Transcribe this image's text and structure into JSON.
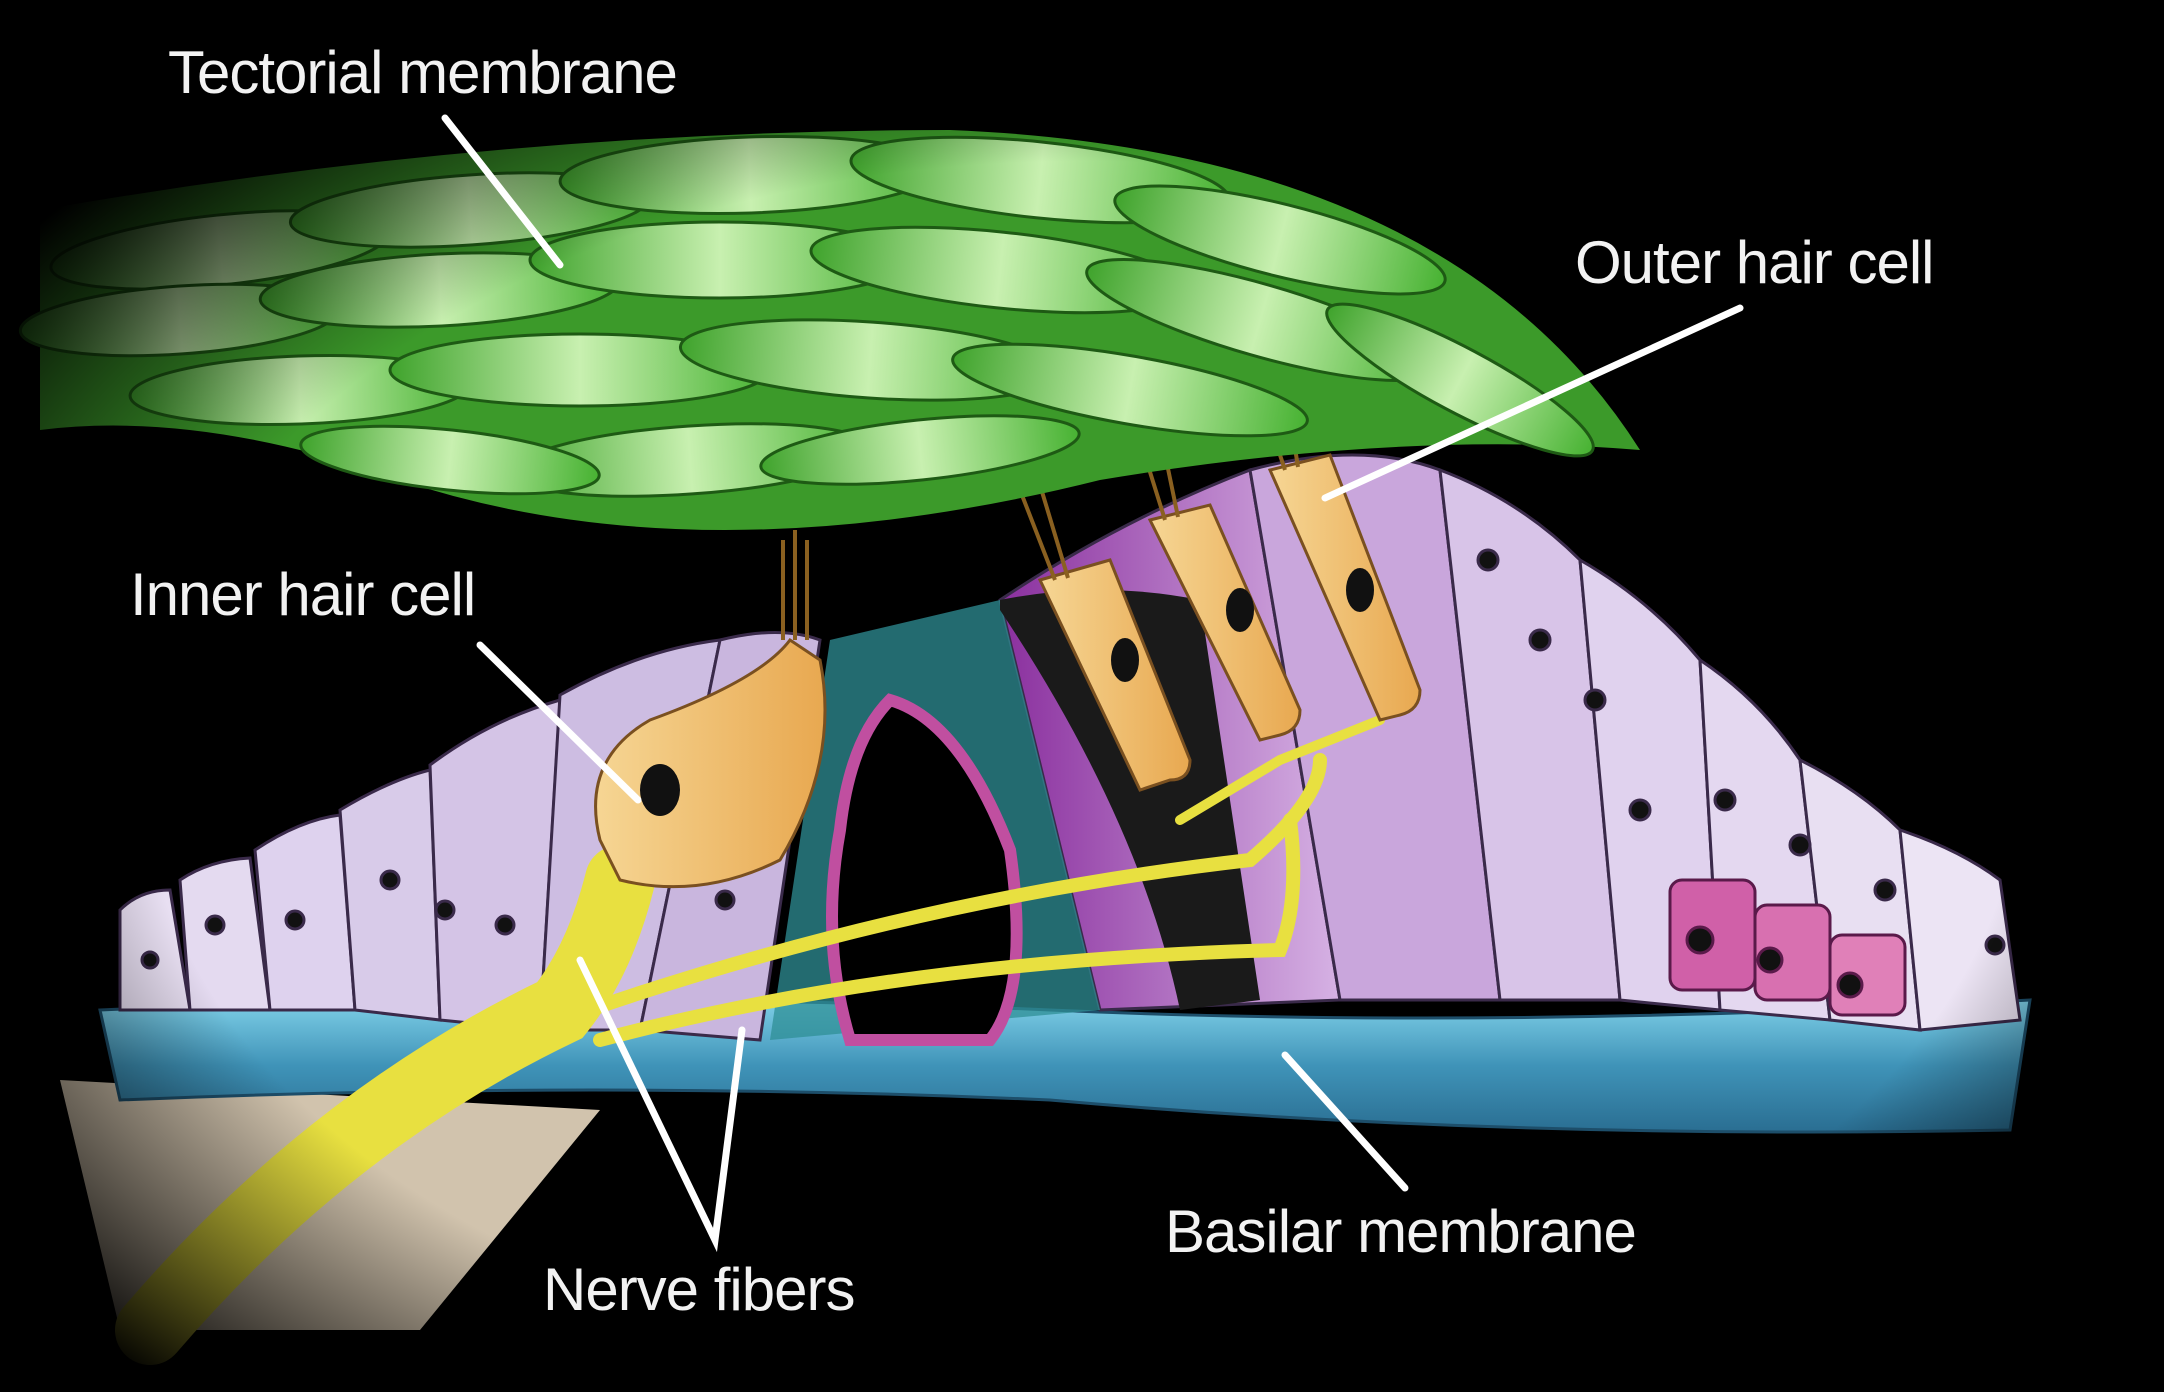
{
  "labels": {
    "tectorial": "Tectorial membrane",
    "outer_hair_cell": "Outer hair cell",
    "inner_hair_cell": "Inner hair cell",
    "nerve_fibers": "Nerve fibers",
    "basilar": "Basilar membrane"
  },
  "colors": {
    "background": "#000000",
    "tectorial": "#6ed04a",
    "support_cells": "#d9c7ea",
    "outer_support": "#a24cb0",
    "hair_cell": "#f4c878",
    "nerve": "#f0e64a",
    "basilar": "#4ea6c8",
    "pillar": "#3aa6a8",
    "label_line": "#ffffff"
  }
}
